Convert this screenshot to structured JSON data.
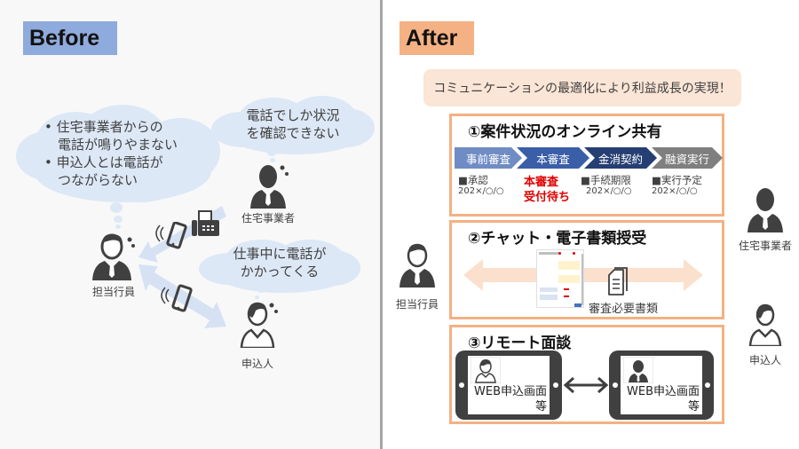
{
  "before": {
    "heading": "Before",
    "cloud_main": {
      "bullets": [
        "住宅事業者からの電話が鳴りやまない",
        "申込人とは電話がつながらない"
      ],
      "lines": [
        "• 住宅事業者からの",
        "電話が鳴りやまない",
        "• 申込人とは電話が",
        "つながらない"
      ]
    },
    "cloud_builder": {
      "lines": [
        "電話でしか状況",
        "を確認できない"
      ]
    },
    "cloud_applicant": {
      "lines": [
        "仕事中に電話が",
        "かかってくる"
      ]
    },
    "persons": {
      "staff": "担当行員",
      "builder": "住宅事業者",
      "applicant": "申込人"
    }
  },
  "after": {
    "heading": "After",
    "banner": "コミュニケーションの最適化により利益成長の実現！",
    "section1": {
      "title": "①案件状況のオンライン共有",
      "steps": [
        {
          "label": "事前審査",
          "color": "#6f8cc4",
          "status": "■承認",
          "date": "202×/○/○",
          "highlight": false
        },
        {
          "label": "本審査",
          "color": "#3b5ea8",
          "status": "本審査",
          "status2": "受付待ち",
          "highlight": true
        },
        {
          "label": "金消契約",
          "color": "#263f73",
          "status": "■手続期限",
          "date": "202×/○/○",
          "highlight": false
        },
        {
          "label": "融資実行",
          "color": "#7f7f7f",
          "status": "■実行予定",
          "date": "202×/○/○",
          "highlight": false
        }
      ]
    },
    "section2": {
      "title": "②チャット・電子書類授受",
      "document_label": "審査必要書類"
    },
    "section3": {
      "title": "③リモート面談",
      "tablet_left_text": [
        "WEB申込画面",
        "等"
      ],
      "tablet_right_text": [
        "WEB申込画面",
        "等"
      ]
    },
    "persons": {
      "staff": "担当行員",
      "builder": "住宅事業者",
      "applicant": "申込人"
    }
  }
}
